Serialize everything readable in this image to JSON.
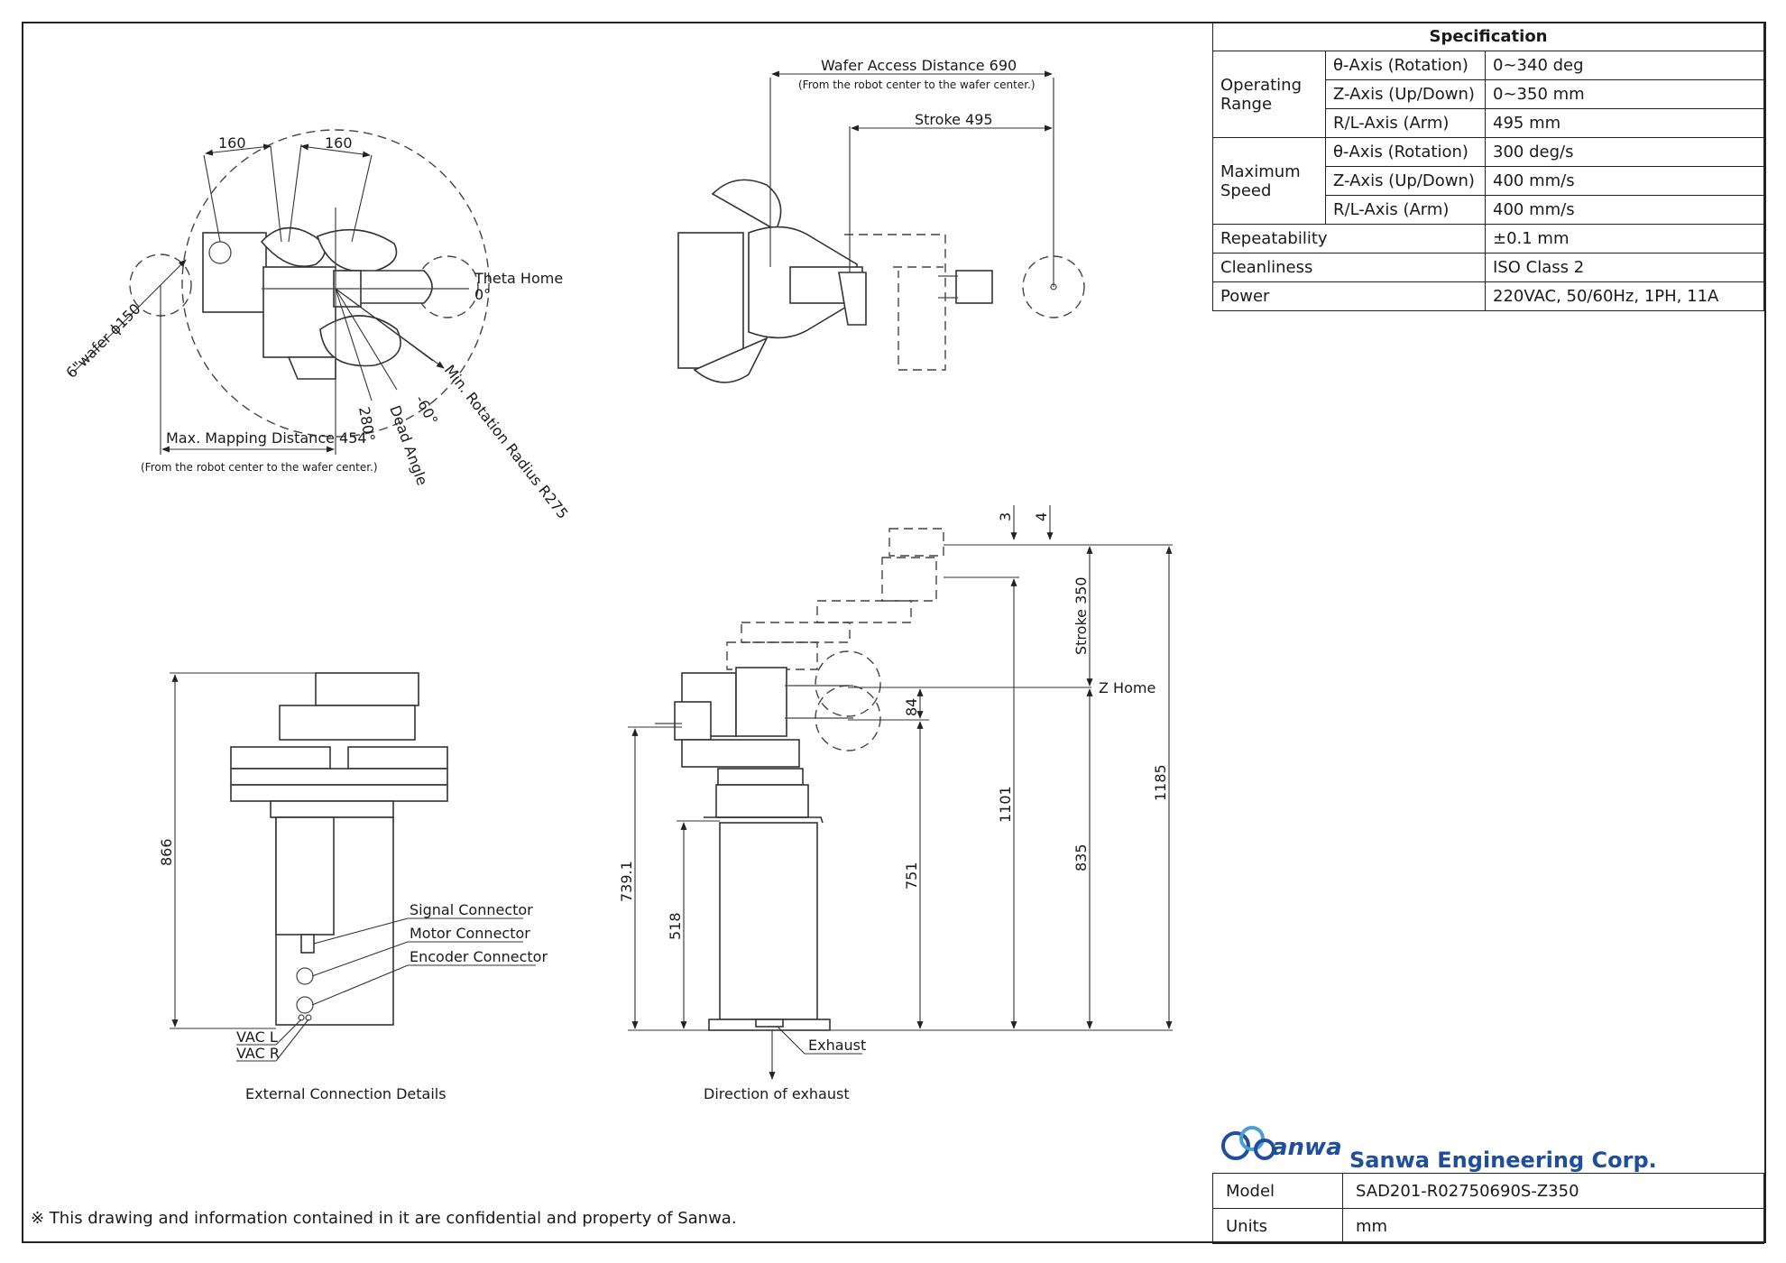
{
  "top_view": {
    "dim_160_left": "160",
    "dim_160_right": "160",
    "wafer_label": "6\"wafer ϕ150",
    "theta_home": "Theta Home",
    "theta_home_deg": "0°",
    "angle_280": "280°",
    "dead_angle": "Dead Angle",
    "angle_neg60": "-60°",
    "min_rotation_radius": "Min. Rotation Radius R275",
    "max_mapping": "Max. Mapping Distance 454",
    "max_mapping_note": "(From the robot center to the wafer center.)"
  },
  "top_right_view": {
    "wafer_access": "Wafer Access Distance  690",
    "wafer_access_note": "(From the robot center to the wafer center.)",
    "stroke": "Stroke 495"
  },
  "side_view": {
    "dim_3": "3",
    "dim_4": "4",
    "stroke_350": "Stroke 350",
    "z_home": "Z Home",
    "dim_84": "84",
    "dim_1185": "1185",
    "dim_1101": "1101",
    "dim_835": "835",
    "dim_751": "751",
    "dim_739": "739.1",
    "dim_518": "518",
    "exhaust": "Exhaust",
    "direction_of_exhaust": "Direction of exhaust"
  },
  "front_view": {
    "dim_866": "866",
    "signal_connector": "Signal Connector",
    "motor_connector": "Motor Connector",
    "encoder_connector": "Encoder Connector",
    "vac_l": "VAC L",
    "vac_r": "VAC R",
    "caption": "External Connection Details"
  },
  "specification": {
    "title": "Specification",
    "groups": [
      {
        "name": "Operating Range",
        "rows": [
          {
            "axis": "θ-Axis (Rotation)",
            "value": "0~340 deg"
          },
          {
            "axis": "Z-Axis (Up/Down)",
            "value": "0~350 mm"
          },
          {
            "axis": "R/L-Axis (Arm)",
            "value": "495 mm"
          }
        ]
      },
      {
        "name": "Maximum Speed",
        "rows": [
          {
            "axis": "θ-Axis (Rotation)",
            "value": "300 deg/s"
          },
          {
            "axis": "Z-Axis (Up/Down)",
            "value": "400 mm/s"
          },
          {
            "axis": "R/L-Axis (Arm)",
            "value": "400 mm/s"
          }
        ]
      }
    ],
    "repeatability_label": "Repeatability",
    "repeatability_value": "±0.1 mm",
    "cleanliness_label": "Cleanliness",
    "cleanliness_value": "ISO Class 2",
    "power_label": "Power",
    "power_value": "220VAC, 50/60Hz, 1PH, 11A"
  },
  "title_block": {
    "logo_text": "anwa",
    "company": "Sanwa Engineering Corp.",
    "model_label": "Model",
    "model_value": "SAD201-R02750690S-Z350",
    "units_label": "Units",
    "units_value": "mm"
  },
  "footer_note": "※ This drawing and information contained in it are confidential and property of Sanwa.",
  "colors": {
    "brand": "#1f4e9b",
    "line": "#333333"
  }
}
